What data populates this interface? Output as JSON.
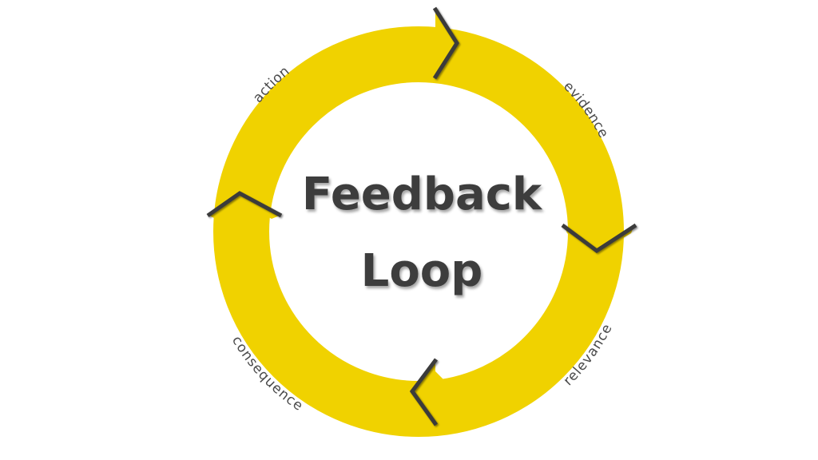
{
  "title": {
    "line1": "Feedback",
    "line2": "Loop"
  },
  "stages": [
    {
      "label": "action"
    },
    {
      "label": "evidence"
    },
    {
      "label": "relevance"
    },
    {
      "label": "consequence"
    }
  ],
  "colors": {
    "ring": "#f0d200",
    "arrow_edge": "#3a3a3a",
    "title": "#3d3d3d",
    "label": "#4a4a4a",
    "background": "#ffffff"
  }
}
